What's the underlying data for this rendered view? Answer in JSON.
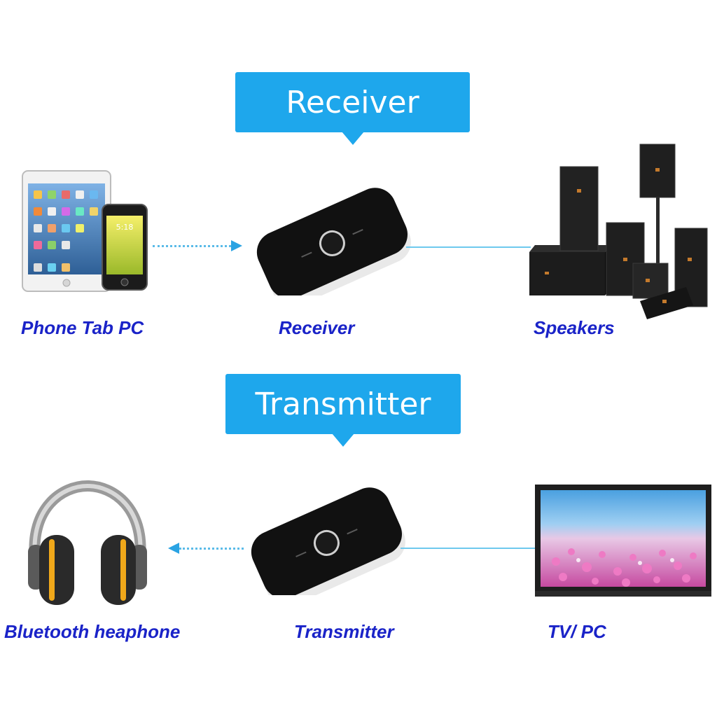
{
  "receiver_section": {
    "banner": "Receiver",
    "labels": {
      "source": "Phone Tab PC",
      "device": "Receiver",
      "destination": "Speakers"
    }
  },
  "transmitter_section": {
    "banner": "Transmitter",
    "labels": {
      "destination": "Bluetooth heaphone",
      "device": "Transmitter",
      "source": "TV/ PC"
    }
  },
  "colors": {
    "banner": "#1ea7ec",
    "label_text": "#1a23c8",
    "connector": "#6ec9ee",
    "device_body": "#111111"
  }
}
